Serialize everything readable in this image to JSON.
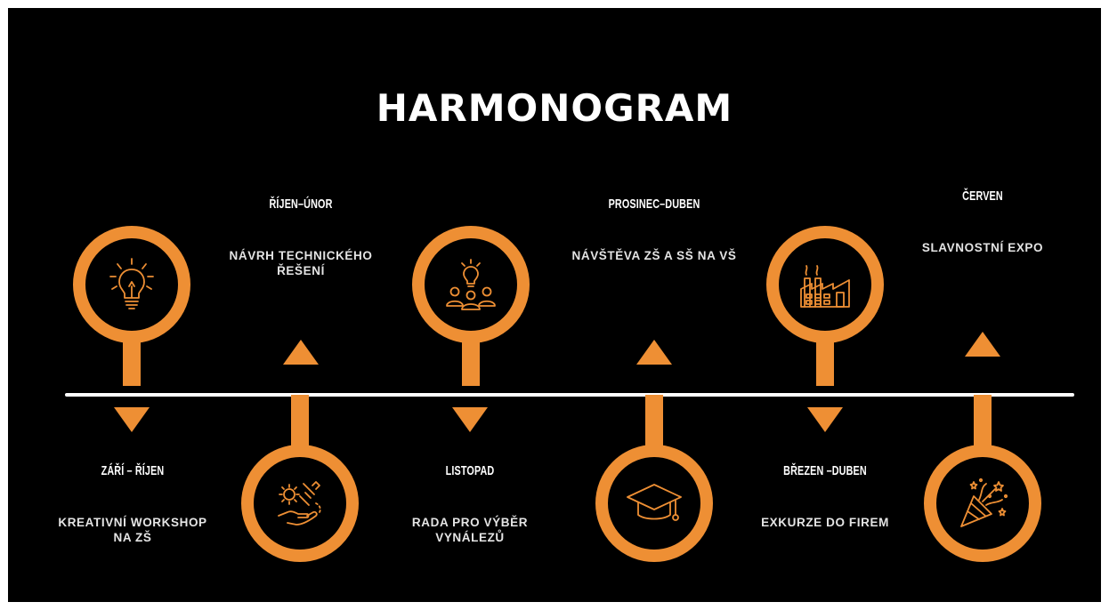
{
  "title": "HARMONOGRAM",
  "colors": {
    "accent": "#EE8F34",
    "background": "#000000",
    "line": "#FFFFFF"
  },
  "phases": [
    {
      "date": "ZÁŘÍ – ŘÍJEN",
      "desc_lines": [
        "KREATIVNÍ WORKSHOP",
        "NA ZŠ"
      ],
      "icon": "lightbulb-icon"
    },
    {
      "date": "ŘÍJEN–ÚNOR",
      "desc_lines": [
        "NÁVRH TECHNICKÉHO",
        "ŘEŠENÍ"
      ],
      "icon": "gear-wrench-hand-icon"
    },
    {
      "date": "LISTOPAD",
      "desc_lines": [
        "RADA PRO VÝBĚR",
        "VYNÁLEZŮ"
      ],
      "icon": "team-idea-icon"
    },
    {
      "date": "PROSINEC–DUBEN",
      "desc_lines": [
        "NÁVŠTĚVA ZŠ A SŠ NA VŠ"
      ],
      "icon": "graduation-cap-icon"
    },
    {
      "date": "BŘEZEN –DUBEN",
      "desc_lines": [
        "EXKURZE DO FIREM"
      ],
      "icon": "factory-icon"
    },
    {
      "date": "ČERVEN",
      "desc_lines": [
        "SLAVNOSTNÍ EXPO"
      ],
      "icon": "party-popper-icon"
    }
  ]
}
